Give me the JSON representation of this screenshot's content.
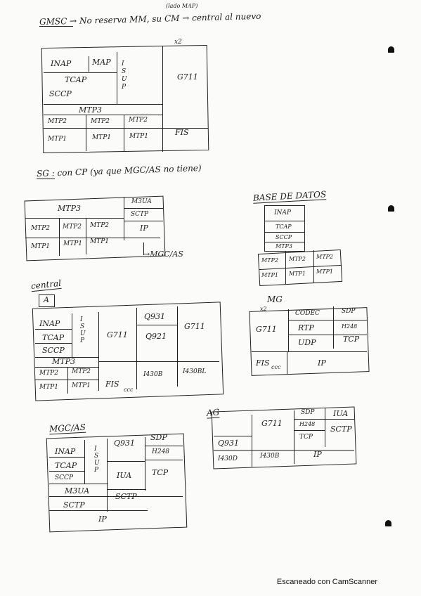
{
  "header": {
    "note_above": "(lado MAP)",
    "line1": "GMSC → No reserva MM, su CM → central al nuevo"
  },
  "gmsc_stack": {
    "x2": "x2",
    "inap": "INAP",
    "map": "MAP",
    "tcap": "TCAP",
    "sccp": "SCCP",
    "isup": "I S U P",
    "g711": "G711",
    "mtp3": "MTP3",
    "mtp2": "MTP2",
    "mtp1": "MTP1",
    "fis": "FIS"
  },
  "sg_line": "SG : con CP (ya que MGC/AS no tiene)",
  "sg_stack": {
    "mtp3": "MTP3",
    "m3ua": "M3UA",
    "sctp": "SCTP",
    "ip": "IP",
    "mtp2": "MTP2",
    "mtp1": "MTP1",
    "arrow_to": "→MGC/AS"
  },
  "db": {
    "title": "BASE DE DATOS",
    "inap": "INAP",
    "tcap": "TCAP",
    "sccp": "SCCP",
    "mtp3": "MTP3",
    "mtp2": "MTP2",
    "mtp1": "MTP1"
  },
  "central": {
    "title": "central",
    "a_label": "A",
    "inap": "INAP",
    "tcap": "TCAP",
    "sccp": "SCCP",
    "isup": "I S U P",
    "g711": "G711",
    "q931": "Q931",
    "q921": "Q921",
    "g711b": "G711",
    "mtp3": "MTP3",
    "mtp2": "MTP2",
    "mtp1": "MTP1",
    "fis": "FIS",
    "fis_sub": "ccc",
    "i430b": "I430B",
    "i430bl": "I430BL"
  },
  "mg": {
    "title": "MG",
    "x2": "x2",
    "g711": "G711",
    "codec": "CODEC",
    "sdp": "SDP",
    "rtp": "RTP",
    "h248": "H248",
    "udp": "UDP",
    "tcp": "TCP",
    "fis": "FIS",
    "fis_sub": "ccc",
    "ip": "IP"
  },
  "mgc": {
    "title": "MGC/AS",
    "inap": "INAP",
    "tcap": "TCAP",
    "sccp": "SCCP",
    "isup": "I S U P",
    "q931": "Q931",
    "sdp": "SDP",
    "h248": "H248",
    "iua": "IUA",
    "tcp": "TCP",
    "m3ua": "M3UA",
    "sctp": "SCTP",
    "sctp2": "SCTP",
    "ip": "IP"
  },
  "ag": {
    "title": "AG",
    "g711": "G711",
    "sdp": "SDP",
    "iua": "IUA",
    "h248": "H248",
    "tcp": "TCP",
    "sctp": "SCTP",
    "q931": "Q931",
    "i430d": "I430D",
    "i430b": "I430B",
    "ip": "IP"
  },
  "footer": "Escaneado con CamScanner"
}
